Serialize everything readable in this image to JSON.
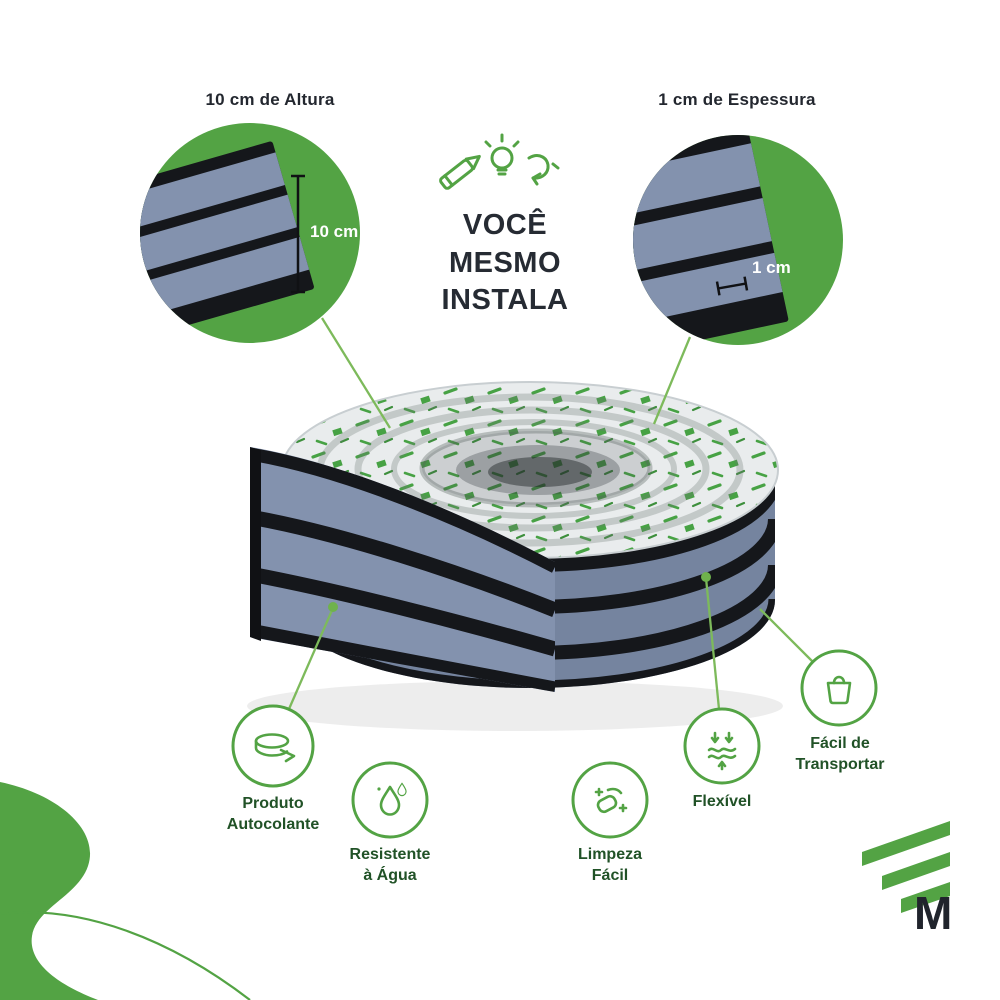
{
  "meta": {
    "type": "product-feature-infographic"
  },
  "colors": {
    "brand_green": "#53A344",
    "connector_green": "#7DBA5B",
    "dark_text": "#262B33",
    "feature_text_green": "#215227",
    "product_gray_blue": "#8392AE",
    "product_black": "#15171B",
    "background": "#FFFFFF"
  },
  "callouts": {
    "height": {
      "label": "10 cm de Altura",
      "measure": "10 cm"
    },
    "thickness": {
      "label": "1 cm de Espessura",
      "measure": "1 cm"
    }
  },
  "headline": "VOCÊ\nMESMO\nINSTALA",
  "doodle_icons": [
    "pencil-icon",
    "lightbulb-icon",
    "arrow-doodle-icon"
  ],
  "features": [
    {
      "label": "Produto\nAutocolante",
      "icon": "adhesive-icon"
    },
    {
      "label": "Resistente\nà Água",
      "icon": "water-drops-icon"
    },
    {
      "label": "Limpeza\nFácil",
      "icon": "cleaning-hand-icon"
    },
    {
      "label": "Flexível",
      "icon": "flex-arrows-icon"
    },
    {
      "label": "Fácil de\nTransportar",
      "icon": "shopping-bag-icon"
    }
  ],
  "logo": {
    "letter": "M"
  }
}
